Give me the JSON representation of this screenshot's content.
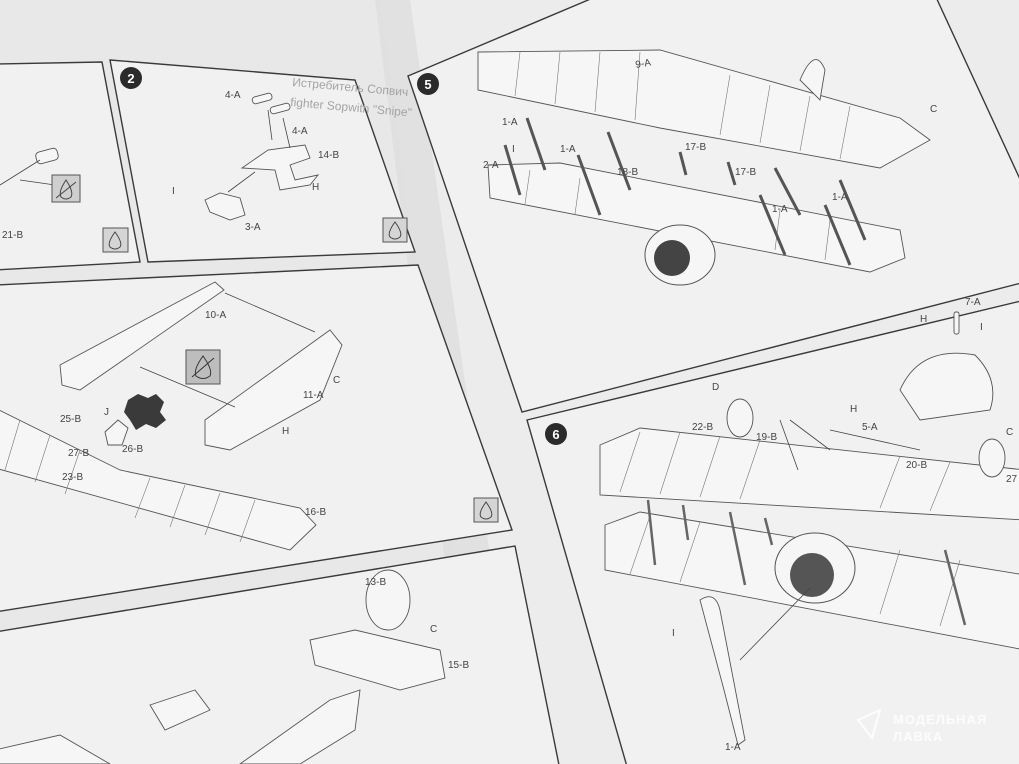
{
  "booklet": {
    "ghost_text_line1": "Истребитель Сопвич",
    "ghost_text_line2": "fighter Sopwith \"Snipe\""
  },
  "panel1": {
    "labels": [
      "21-B"
    ]
  },
  "panel2": {
    "step": "2",
    "labels": [
      "4-A",
      "4-A",
      "14-B",
      "H",
      "I",
      "3-A"
    ]
  },
  "panel3": {
    "labels": [
      "10-A",
      "11-A",
      "C",
      "H",
      "J",
      "25-B",
      "26-B",
      "27-B",
      "23-B",
      "16-B"
    ]
  },
  "panel4": {
    "labels": [
      "13-B",
      "C",
      "15-B"
    ]
  },
  "panel5": {
    "step": "5",
    "labels": [
      "9-A",
      "C",
      "1-A",
      "2-A",
      "1-A",
      "18-B",
      "17-B",
      "17-B",
      "1-A",
      "1-A",
      "I"
    ]
  },
  "panel6": {
    "step": "6",
    "labels": [
      "7-A",
      "H",
      "I",
      "D",
      "22-B",
      "19-B",
      "H",
      "5-A",
      "20-B",
      "C",
      "27",
      "I",
      "1-A"
    ]
  },
  "watermark": {
    "line1": "МОДЕЛЬНАЯ",
    "line2": "ЛАВКА"
  },
  "colors": {
    "paper": "#f1f1f1",
    "ink": "#3a3a3a",
    "background": "#e4e4e4"
  }
}
